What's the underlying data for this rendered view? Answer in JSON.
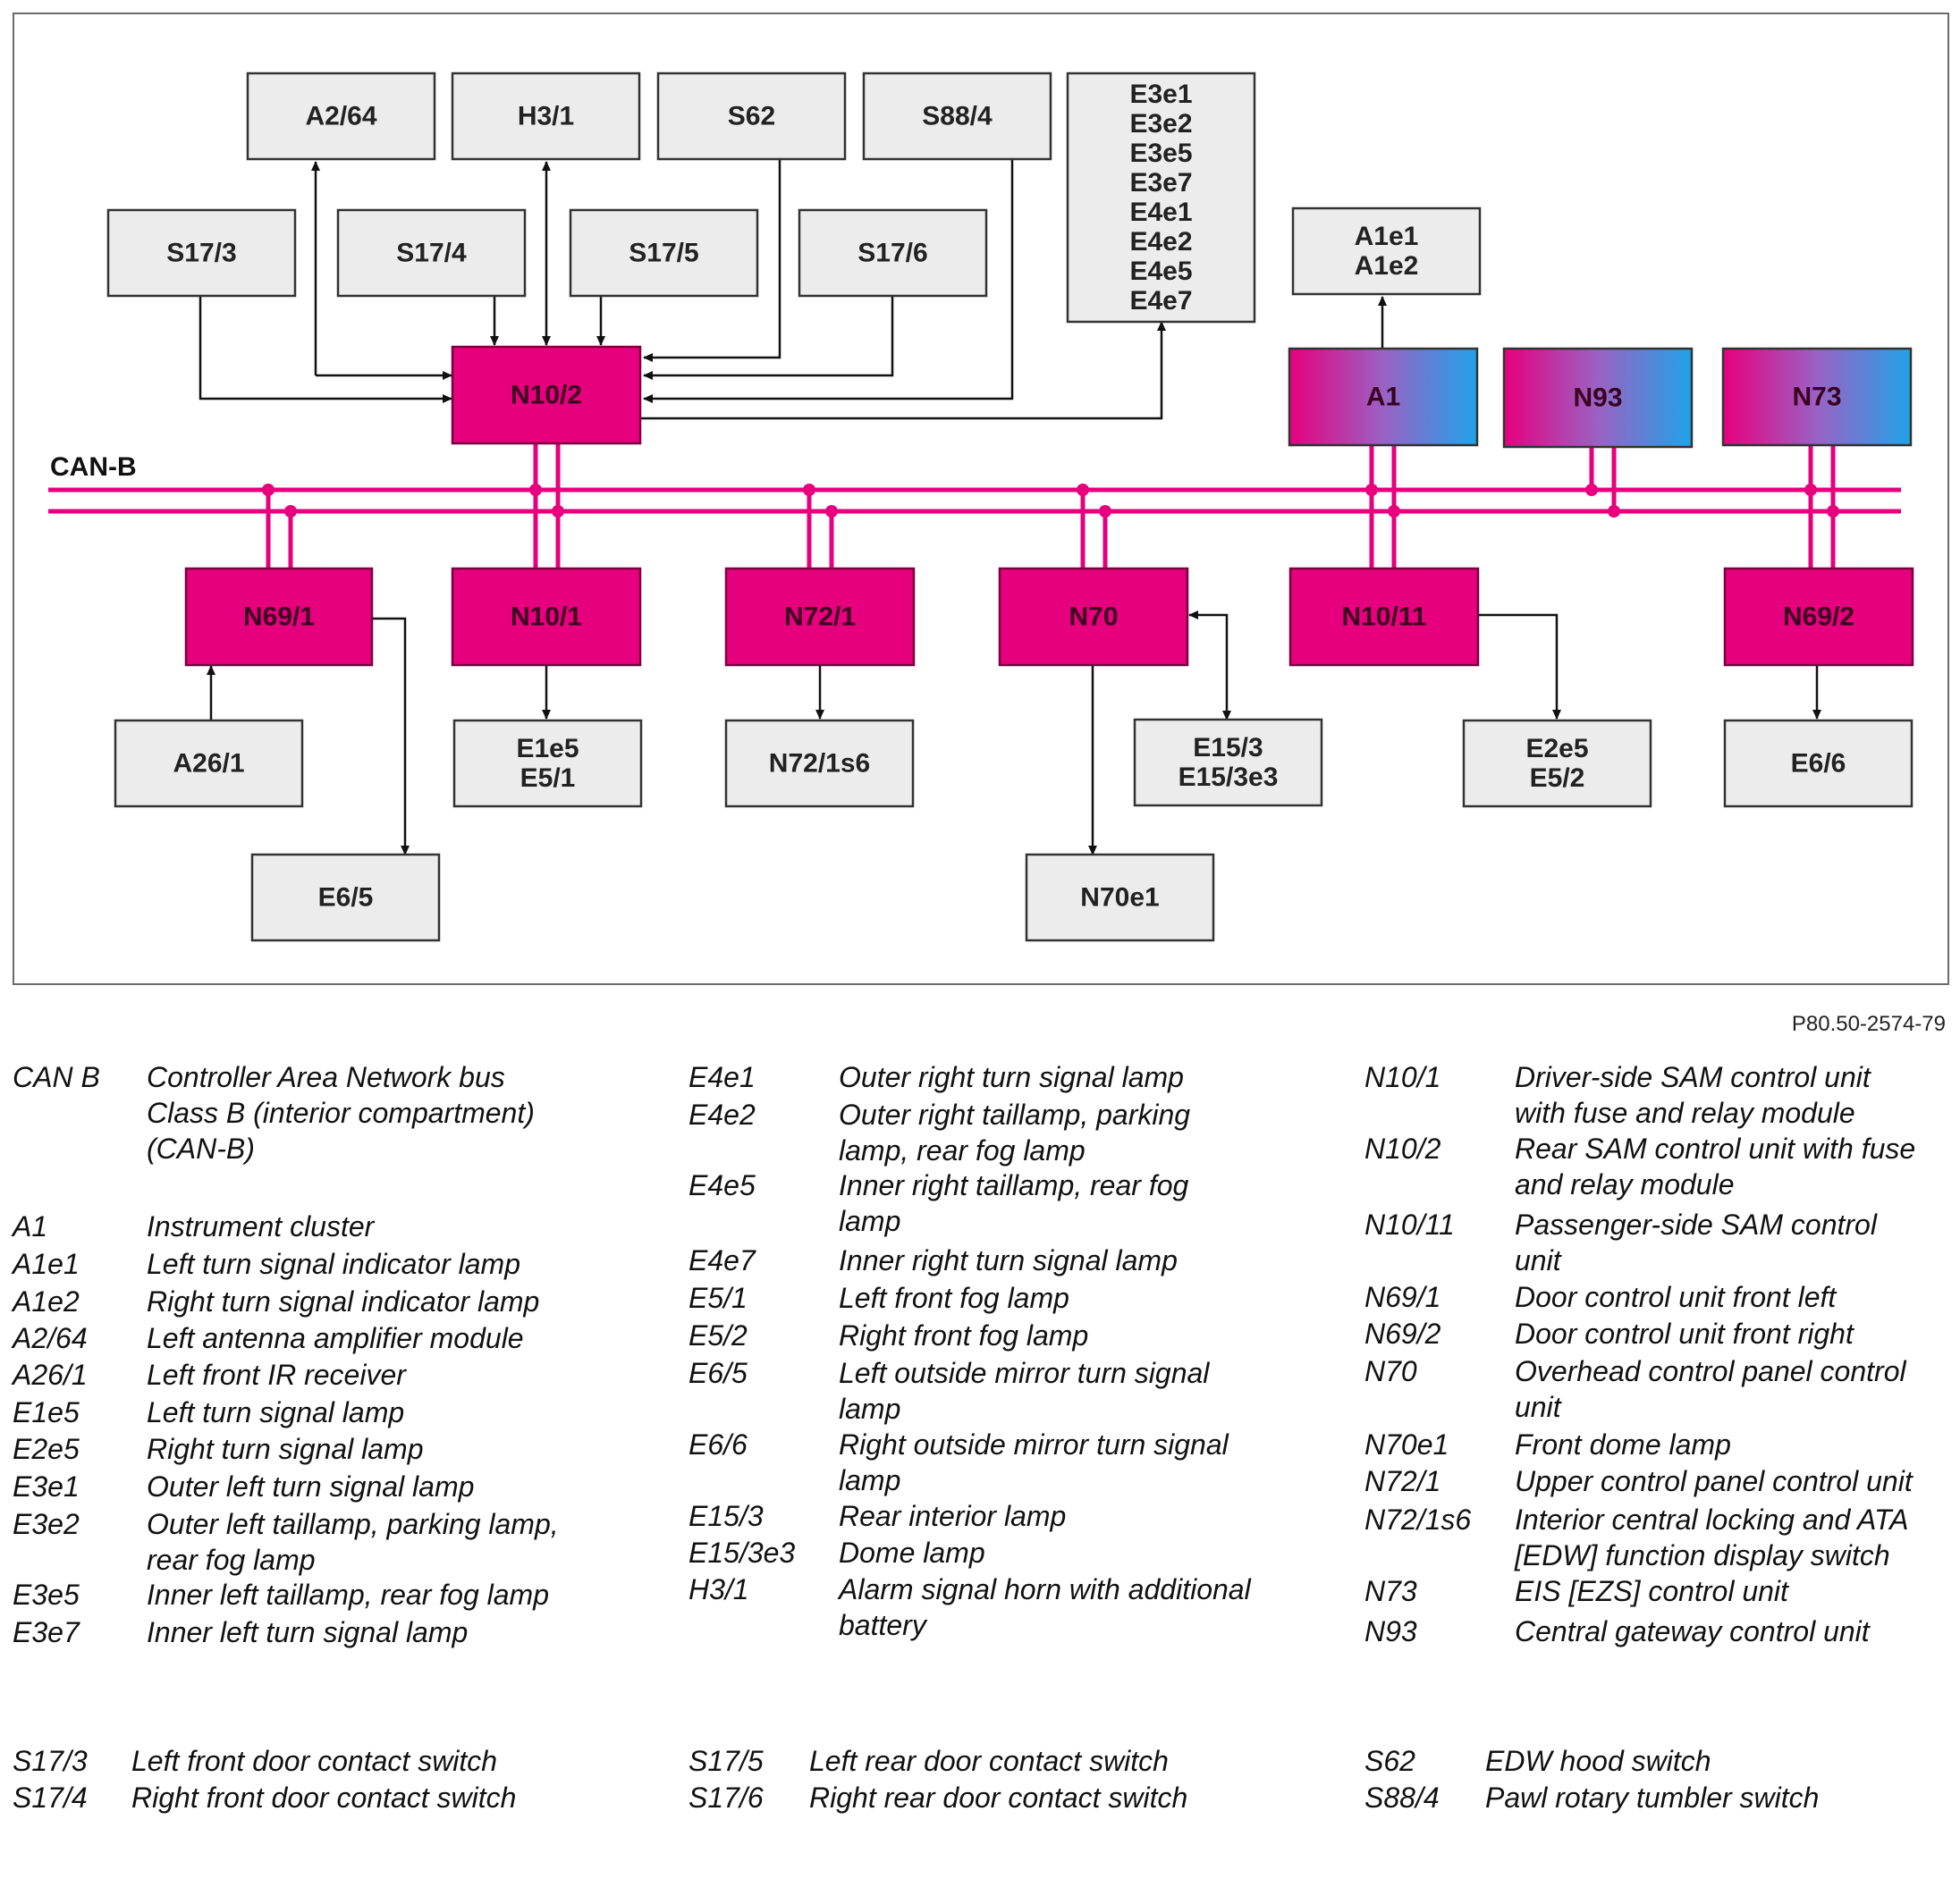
{
  "diagram": {
    "bus_label": "CAN-B",
    "ref_code": "P80.50-2574-79",
    "top_boxes": {
      "a2_64": [
        "A2/64"
      ],
      "h3_1": [
        "H3/1"
      ],
      "s62": [
        "S62"
      ],
      "s88_4": [
        "S88/4"
      ],
      "e3_group": [
        "E3e1",
        "E3e2",
        "E3e5",
        "E3e7",
        "E4e1",
        "E4e2",
        "E4e5",
        "E4e7"
      ],
      "s17_3": [
        "S17/3"
      ],
      "s17_4": [
        "S17/4"
      ],
      "s17_5": [
        "S17/5"
      ],
      "s17_6": [
        "S17/6"
      ],
      "a1e": [
        "A1e1",
        "A1e2"
      ]
    },
    "control_units": {
      "n10_2": [
        "N10/2"
      ],
      "a1": [
        "A1"
      ],
      "n93": [
        "N93"
      ],
      "n73": [
        "N73"
      ],
      "n69_1": [
        "N69/1"
      ],
      "n10_1": [
        "N10/1"
      ],
      "n72_1": [
        "N72/1"
      ],
      "n70": [
        "N70"
      ],
      "n10_11": [
        "N10/11"
      ],
      "n69_2": [
        "N69/2"
      ]
    },
    "bottom_boxes": {
      "a26_1": [
        "A26/1"
      ],
      "e6_5": [
        "E6/5"
      ],
      "e1e5": [
        "E1e5",
        "E5/1"
      ],
      "n72_1s6": [
        "N72/1s6"
      ],
      "e15": [
        "E15/3",
        "E15/3e3"
      ],
      "n70e1": [
        "N70e1"
      ],
      "e2e5": [
        "E2e5",
        "E5/2"
      ],
      "e6_6": [
        "E6/6"
      ]
    },
    "colors": {
      "pink": "#e6007e",
      "pink_border": "#7a003f",
      "gray_box": "#ececec",
      "blue": "#1fa3e8",
      "bus": "#e6007e"
    }
  },
  "legend": [
    {
      "code": "CAN B",
      "desc": "Controller Area Network bus\nClass B (interior compartment)\n(CAN-B)"
    },
    {
      "code": "A1",
      "desc": "Instrument cluster"
    },
    {
      "code": "A1e1",
      "desc": "Left turn signal indicator lamp"
    },
    {
      "code": "A1e2",
      "desc": "Right turn signal indicator lamp"
    },
    {
      "code": "A2/64",
      "desc": "Left antenna amplifier module"
    },
    {
      "code": "A26/1",
      "desc": "Left front IR receiver"
    },
    {
      "code": "E1e5",
      "desc": "Left turn signal lamp"
    },
    {
      "code": "E2e5",
      "desc": "Right turn signal lamp"
    },
    {
      "code": "E3e1",
      "desc": "Outer left turn signal lamp"
    },
    {
      "code": "E3e2",
      "desc": "Outer left taillamp, parking lamp,\nrear fog lamp"
    },
    {
      "code": "E3e5",
      "desc": "Inner left taillamp, rear fog lamp"
    },
    {
      "code": "E3e7",
      "desc": "Inner left turn signal lamp"
    },
    {
      "code": "E4e1",
      "desc": "Outer right turn signal lamp"
    },
    {
      "code": "E4e2",
      "desc": "Outer right taillamp, parking\nlamp, rear fog lamp"
    },
    {
      "code": "E4e5",
      "desc": "Inner right taillamp, rear fog\nlamp"
    },
    {
      "code": "E4e7",
      "desc": "Inner right turn signal lamp"
    },
    {
      "code": "E5/1",
      "desc": "Left front fog lamp"
    },
    {
      "code": "E5/2",
      "desc": "Right front fog lamp"
    },
    {
      "code": "E6/5",
      "desc": "Left outside mirror turn signal\nlamp"
    },
    {
      "code": "E6/6",
      "desc": "Right outside mirror turn signal\nlamp"
    },
    {
      "code": "E15/3",
      "desc": "Rear interior lamp"
    },
    {
      "code": "E15/3e3",
      "desc": "Dome lamp"
    },
    {
      "code": "H3/1",
      "desc": "Alarm signal horn with additional\nbattery"
    },
    {
      "code": "N10/1",
      "desc": "Driver-side SAM control unit\nwith fuse and relay module"
    },
    {
      "code": "N10/2",
      "desc": "Rear SAM control unit with fuse\nand relay module"
    },
    {
      "code": "N10/11",
      "desc": "Passenger-side SAM control\nunit"
    },
    {
      "code": "N69/1",
      "desc": "Door control unit front left"
    },
    {
      "code": "N69/2",
      "desc": "Door control unit front right"
    },
    {
      "code": "N70",
      "desc": "Overhead control panel control\nunit"
    },
    {
      "code": "N70e1",
      "desc": "Front dome lamp"
    },
    {
      "code": "N72/1",
      "desc": "Upper control panel control unit"
    },
    {
      "code": "N72/1s6",
      "desc": "Interior central locking and ATA\n[EDW] function display switch"
    },
    {
      "code": "N73",
      "desc": "EIS [EZS] control unit"
    },
    {
      "code": "N93",
      "desc": "Central gateway control unit"
    },
    {
      "code": "S17/3",
      "desc": "Left front door contact switch"
    },
    {
      "code": "S17/4",
      "desc": "Right front door contact switch"
    },
    {
      "code": "S17/5",
      "desc": "Left rear door contact switch"
    },
    {
      "code": "S17/6",
      "desc": "Right rear door contact switch"
    },
    {
      "code": "S62",
      "desc": "EDW hood switch"
    },
    {
      "code": "S88/4",
      "desc": "Pawl rotary tumbler switch"
    }
  ]
}
